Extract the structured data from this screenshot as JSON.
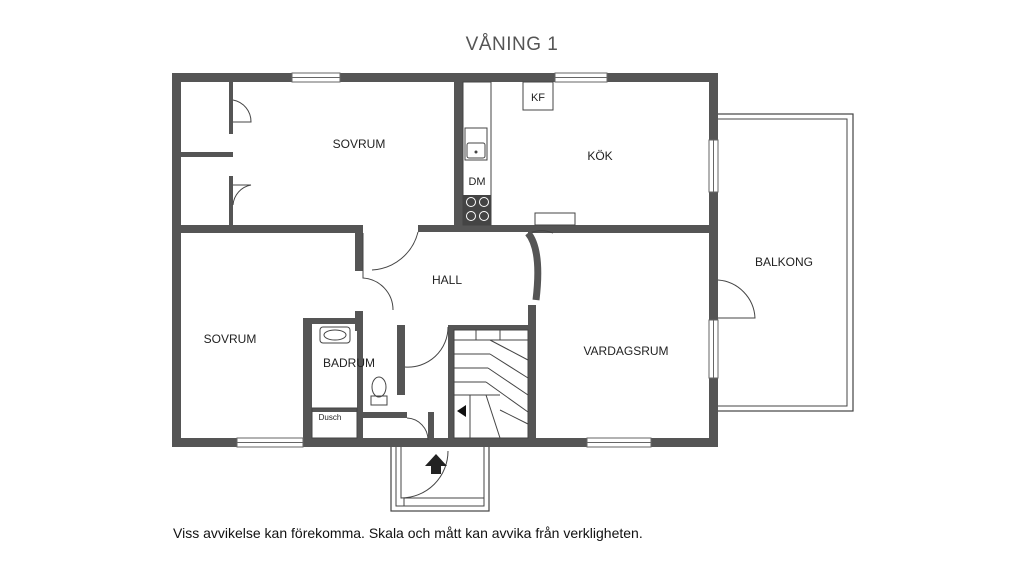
{
  "title": "VÅNING 1",
  "disclaimer": "Viss avvikelse kan förekomma. Skala och mått kan avvika från verkligheten.",
  "rooms": {
    "sovrum_top": "SOVRUM",
    "sovrum_left": "SOVRUM",
    "kok": "KÖK",
    "hall": "HALL",
    "badrum": "BADRUM",
    "vardagsrum": "VARDAGSRUM",
    "balkong": "BALKONG",
    "dusch": "Dusch"
  },
  "fixtures": {
    "kf": "KF",
    "dm": "DM"
  },
  "colors": {
    "wall": "#555555",
    "text": "#222222"
  }
}
